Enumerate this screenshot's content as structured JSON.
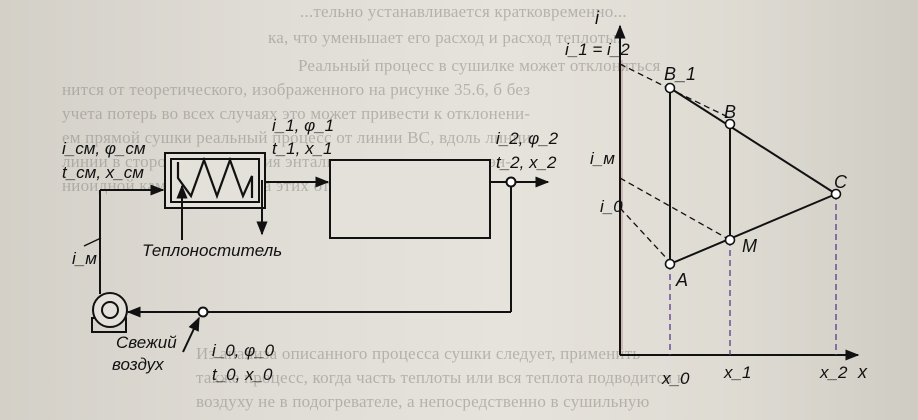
{
  "background_text": [
    "...тельно устанавливается кратковременно...",
    "ка, что уменьшает его расход и расход теплоты.",
    "Реальный процесс в сушилке может отклоняться",
    "нится от теоретического, изображенного на рисунке 35.6, б без",
    "учета потерь во всех случаях это может привести к отклонени-",
    "ем прямой сушки реальный процесс от линии BC, вдоль линии",
    "линии в сторону уменьшения энтальпии или увеличения эн-",
    "ниоидной камере. Величина этих отклонений",
    "Из анализа описанного процесса сушки следует, применить",
    "также процесс, когда часть теплоты или вся теплота подводится к",
    "воздуху не в подогревателе, а непосредственно в сушильную"
  ],
  "scheme": {
    "mix_label_1": "i_см, φ_см",
    "mix_label_2": "t_см, x_см",
    "heater_label_1": "i_1, φ_1",
    "heater_label_2": "t_1, x_1",
    "dryer_label_1": "i_2, φ_2",
    "dryer_label_2": "t_2, x_2",
    "recirc_label": "i_м",
    "coolant_label": "Теплоноститель",
    "fresh_air_label_1": "Свежий",
    "fresh_air_label_2": "воздух",
    "fresh_params_1": "i_0, φ_0",
    "fresh_params_2": "t_0, x_0"
  },
  "diagram": {
    "y_axis": "i",
    "x_axis": "x",
    "i_levels": [
      "i_1 = i_2",
      "i_м",
      "i_0"
    ],
    "x_ticks": [
      "x_0",
      "x_1",
      "x_2"
    ],
    "points": [
      "A",
      "M",
      "B",
      "B_1",
      "C"
    ]
  },
  "colors": {
    "ink": "#111111",
    "page": "#e2dfd8",
    "dash_purple": "#5b3a8a",
    "axis_red": "#8a2030"
  }
}
